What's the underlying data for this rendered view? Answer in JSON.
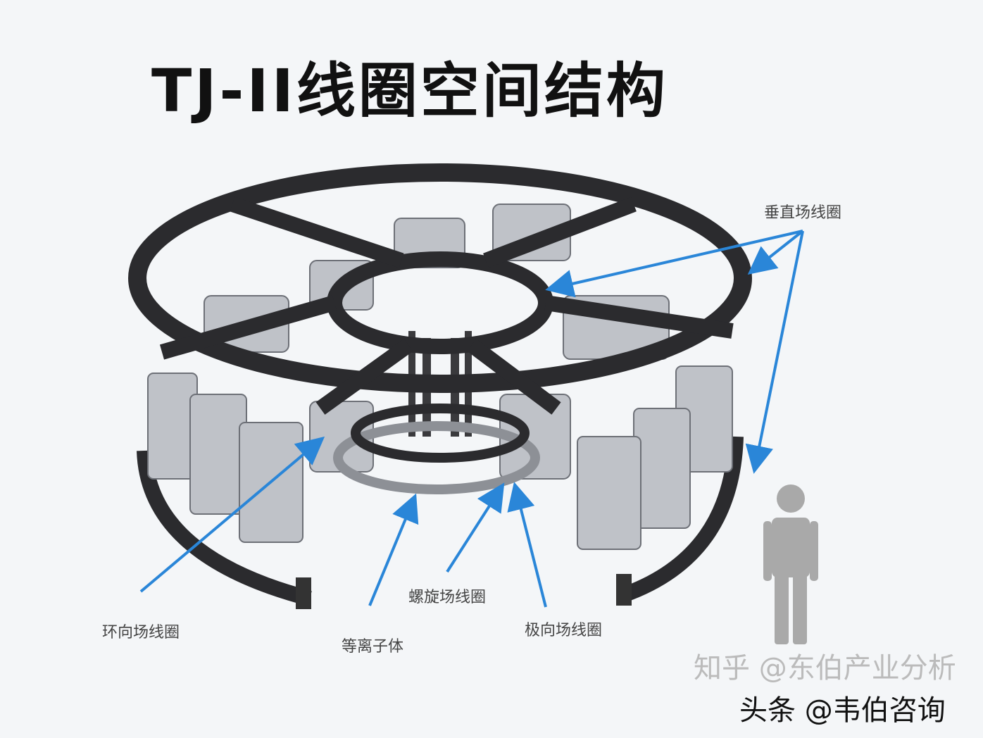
{
  "title": "TJ-II线圈空间结构",
  "labels": {
    "vertical_field_coil": "垂直场线圈",
    "helical_field_coil": "螺旋场线圈",
    "toroidal_field_coil": "环向场线圈",
    "plasma": "等离子体",
    "poloidal_field_coil": "极向场线圈"
  },
  "watermarks": {
    "zhihu": "知乎 @东伯产业分析",
    "toutiao": "头条 @韦伯咨询"
  },
  "colors": {
    "arrow": "#2a86d8",
    "frame": "#2b2b2e",
    "coil": "#b9bcc2",
    "person": "#a9a9a9"
  }
}
